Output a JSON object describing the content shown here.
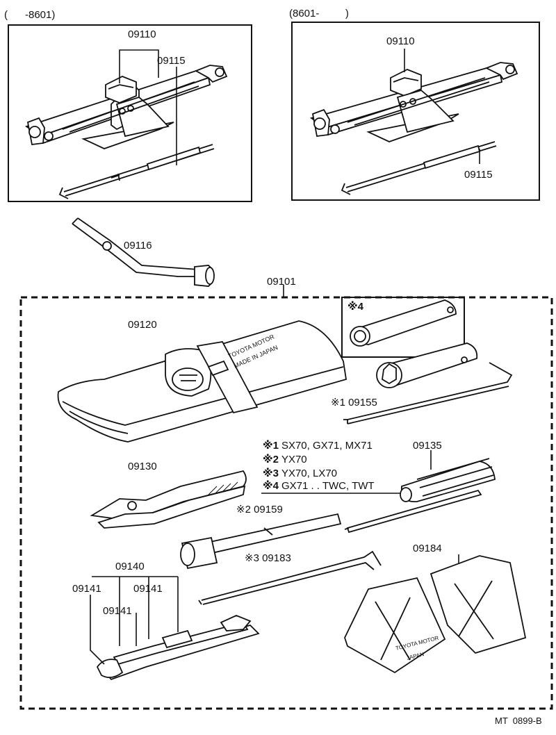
{
  "panels": {
    "left_range": "(      -8601)",
    "right_range": "(8601-         )"
  },
  "labels": {
    "jack_left": "09110",
    "handle_left": "09115",
    "jack_right": "09110",
    "handle_right": "09115",
    "wheel_wrench": "09116",
    "tool_set": "09101",
    "tool_bag": "09120",
    "note4_mark": "※4",
    "socket_bar": "※1 09155",
    "pliers": "09130",
    "screwdriver": "09135",
    "socket_2": "※2 09159",
    "bar_3": "※3 09183",
    "chock": "09184",
    "wrench_set": "09140",
    "wrench_a": "09141",
    "wrench_b": "09141",
    "wrench_c": "09141",
    "bag_print_1": "TOYOTA MOTOR",
    "bag_print_2": "MADE IN JAPAN",
    "chock_print_1": "TOYOTA MOTOR",
    "chock_print_2": "JAPAN",
    "drawing_code": "MT  0899-B"
  },
  "notes": [
    {
      "mark": "※1",
      "text": "SX70, GX71, MX71"
    },
    {
      "mark": "※2",
      "text": "YX70"
    },
    {
      "mark": "※3",
      "text": "YX70, LX70"
    },
    {
      "mark": "※4",
      "text": "GX71 . . TWC, TWT"
    }
  ]
}
